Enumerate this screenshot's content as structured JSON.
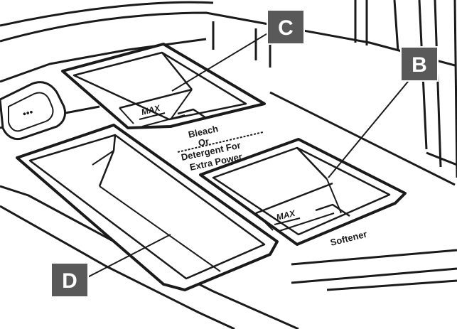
{
  "callouts": {
    "c": "C",
    "b": "B",
    "d": "D"
  },
  "labels": {
    "bleach": "Bleach",
    "or": "Or",
    "detergent_for": "Detergent For",
    "extra_power": "Extra Power",
    "softener": "Softener",
    "max_top": "MAX",
    "max_bottom": "MAX",
    "button_dots": "•••"
  },
  "colors": {
    "line": "#1a1a1a",
    "callout_fill": "#595959",
    "background": "#ffffff"
  }
}
